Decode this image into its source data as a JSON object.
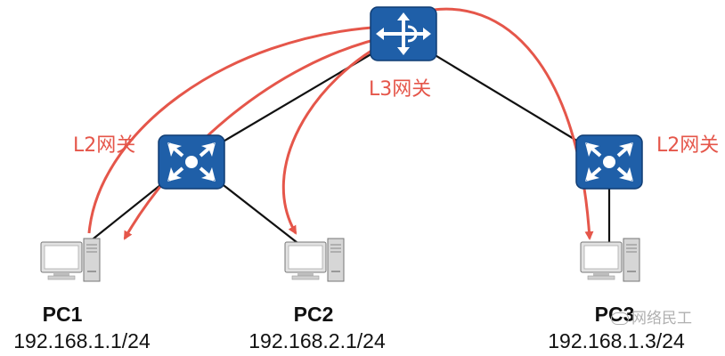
{
  "labels": {
    "l3_gateway": "L3网关",
    "l2_gateway_left": "L2网关",
    "l2_gateway_right": "L2网关"
  },
  "pcs": [
    {
      "name": "PC1",
      "ip": "192.168.1.1/24"
    },
    {
      "name": "PC2",
      "ip": "192.168.2.1/24"
    },
    {
      "name": "PC3",
      "ip": "192.168.1.3/24"
    }
  ],
  "watermark": "网络民工",
  "colors": {
    "device_blue": "#1f5fa8",
    "device_border": "#0f3c73",
    "link_black": "#111111",
    "arrow_red": "#e5564a",
    "pc_gray": "#d4d4d4"
  },
  "icons": {
    "router": "router-icon",
    "switch": "l3-switch-icon",
    "pc": "desktop-computer-icon"
  }
}
